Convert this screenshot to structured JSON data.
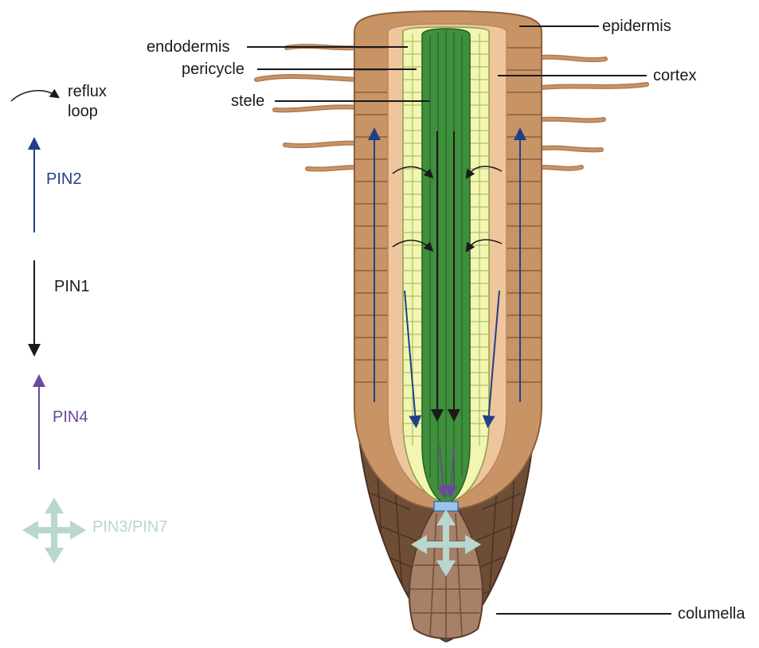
{
  "labels": {
    "epidermis": "epidermis",
    "endodermis": "endodermis",
    "pericycle": "pericycle",
    "cortex": "cortex",
    "stele": "stele",
    "columella": "columella"
  },
  "legend": {
    "reflux": [
      "reflux",
      "loop"
    ],
    "pin2": "PIN2",
    "pin1": "PIN1",
    "pin4": "PIN4",
    "pin37": "PIN3/PIN7"
  },
  "colors": {
    "pin2": "#1f3f8a",
    "pin1": "#1a1a1a",
    "pin4": "#6a4a9a",
    "pin37": "#b7d7cf",
    "epidermis": "#c89466",
    "cortex": "#eec59c",
    "pericycle": "#f2f6b0",
    "stele": "#3f8f3c",
    "rootcap": "#6e4d36",
    "columella": "#a68068",
    "qc": "#9cc3ea"
  }
}
